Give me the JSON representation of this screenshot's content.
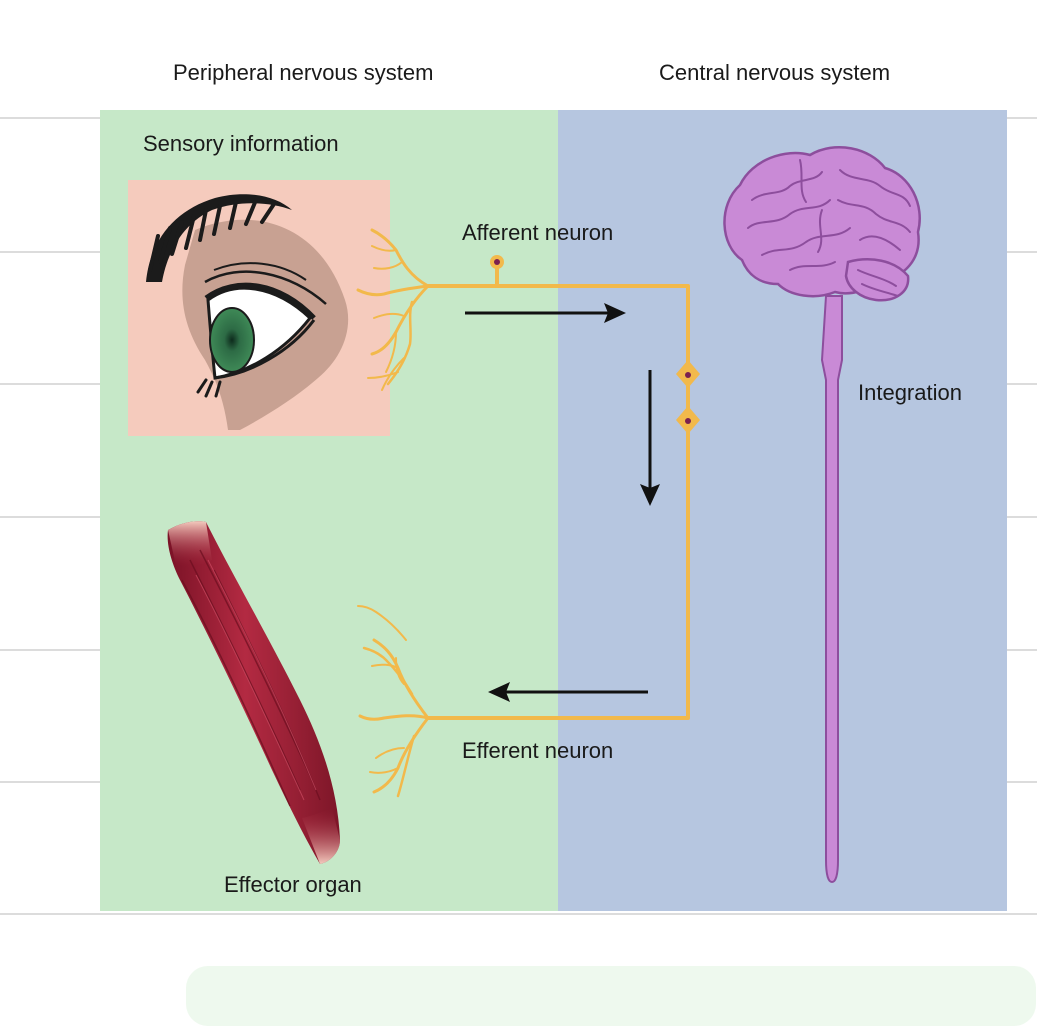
{
  "headers": {
    "peripheral": "Peripheral nervous system",
    "central": "Central nervous system"
  },
  "labels": {
    "sensory": "Sensory information",
    "afferent": "Afferent neuron",
    "integration": "Integration",
    "efferent": "Efferent neuron",
    "effector": "Effector organ"
  },
  "colors": {
    "pns_panel": "#c6e8c8",
    "cns_panel": "#b6c6e0",
    "neuron": "#f2b94b",
    "brain": "#c98ad6",
    "muscle": "#a01f35",
    "skin_box": "#f5cbbd",
    "skin": "#c8a192",
    "soma_dot": "#7b2150"
  },
  "icons": {
    "eye": "eye-icon",
    "brain": "brain-icon",
    "spinal_cord": "spinal-cord-icon",
    "muscle": "muscle-icon"
  }
}
